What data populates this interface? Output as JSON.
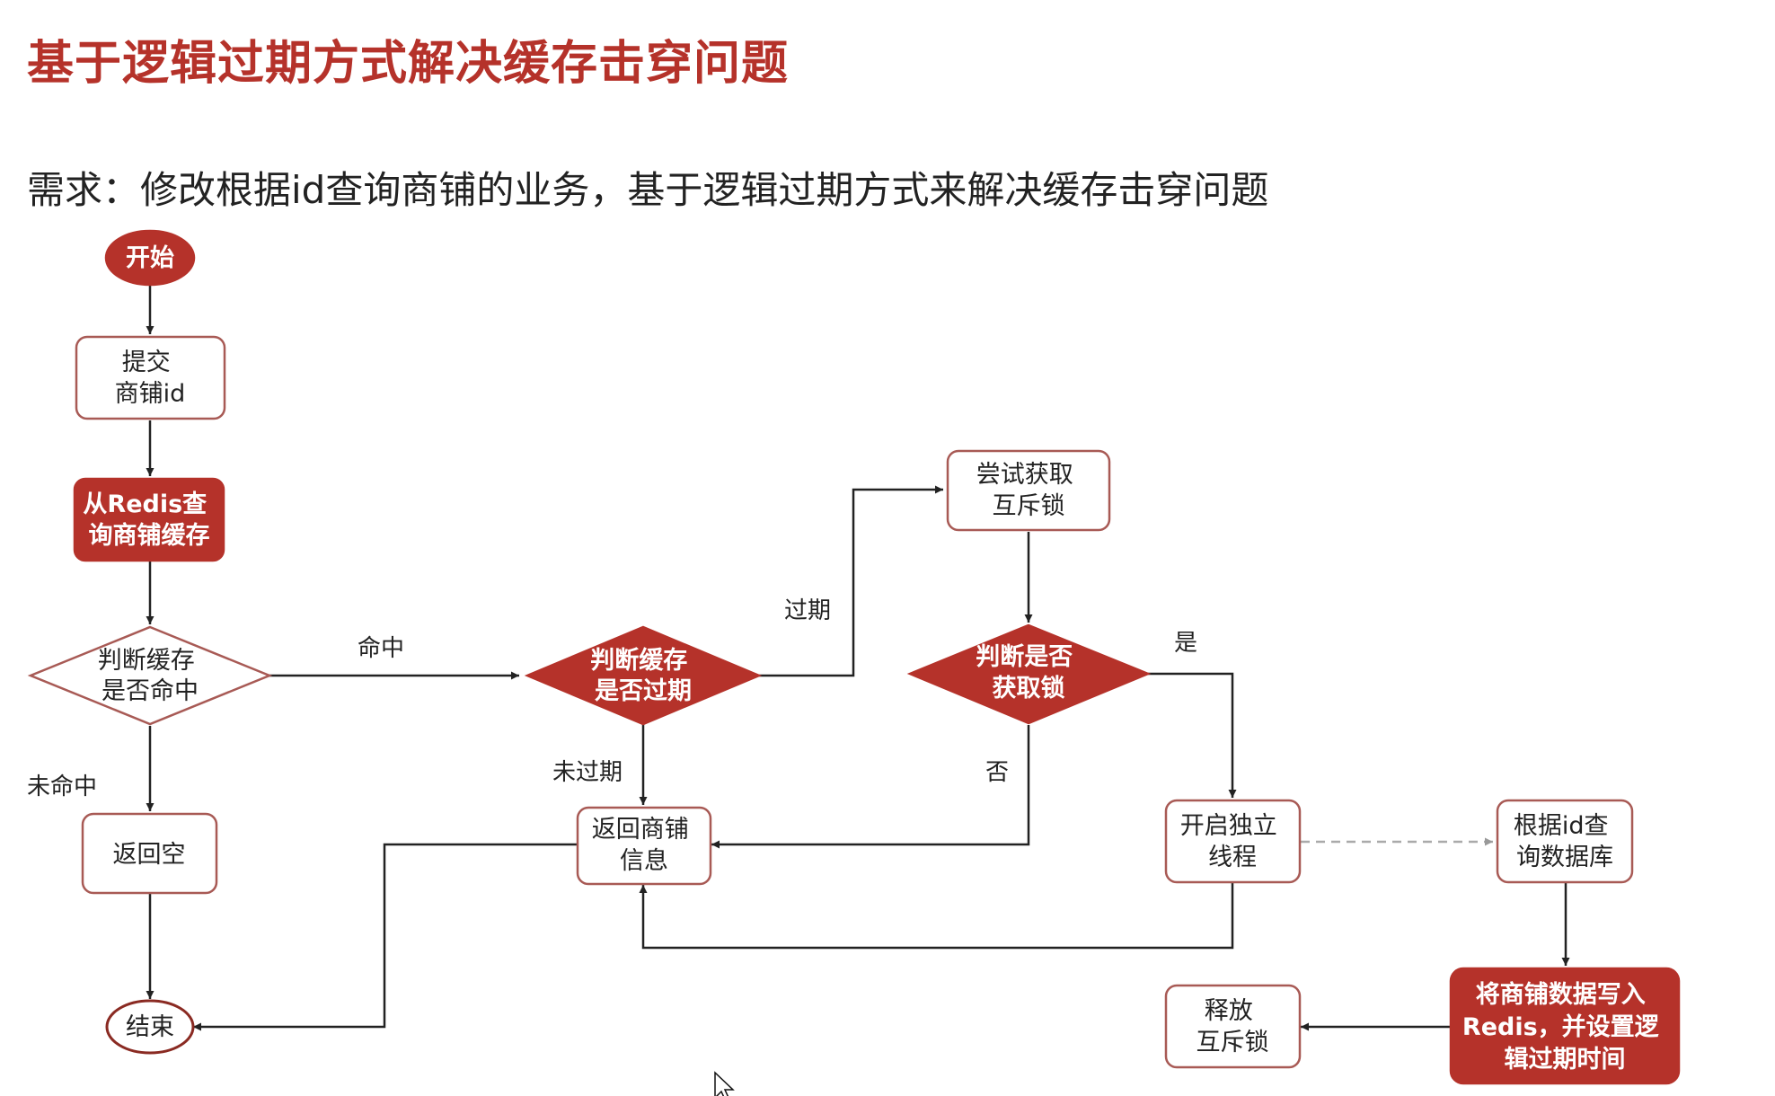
{
  "header": {
    "title": "基于逻辑过期方式解决缓存击穿问题",
    "subtitle": "需求：修改根据id查询商铺的业务，基于逻辑过期方式来解决缓存击穿问题"
  },
  "colors": {
    "accent": "#b5322a",
    "node_border": "#a85a55",
    "line": "#222222",
    "dashed_line": "#aaaaaa"
  },
  "nodes": {
    "start": [
      "开始"
    ],
    "submit_id": [
      "提交",
      "商铺id"
    ],
    "query_redis": [
      "从Redis查",
      "询商铺缓存"
    ],
    "judge_hit": [
      "判断缓存",
      "是否命中"
    ],
    "return_empty": [
      "返回空"
    ],
    "end": [
      "结束"
    ],
    "judge_expired": [
      "判断缓存",
      "是否过期"
    ],
    "return_info": [
      "返回商铺",
      "信息"
    ],
    "try_lock": [
      "尝试获取",
      "互斥锁"
    ],
    "judge_lock": [
      "判断是否",
      "获取锁"
    ],
    "start_thread": [
      "开启独立",
      "线程"
    ],
    "query_db": [
      "根据id查",
      "询数据库"
    ],
    "write_redis": [
      "将商铺数据写入",
      "Redis，并设置逻",
      "辑过期时间"
    ],
    "release_lock": [
      "释放",
      "互斥锁"
    ]
  },
  "edge_labels": {
    "hit": "命中",
    "miss": "未命中",
    "expired": "过期",
    "not_expired": "未过期",
    "yes": "是",
    "no": "否"
  }
}
